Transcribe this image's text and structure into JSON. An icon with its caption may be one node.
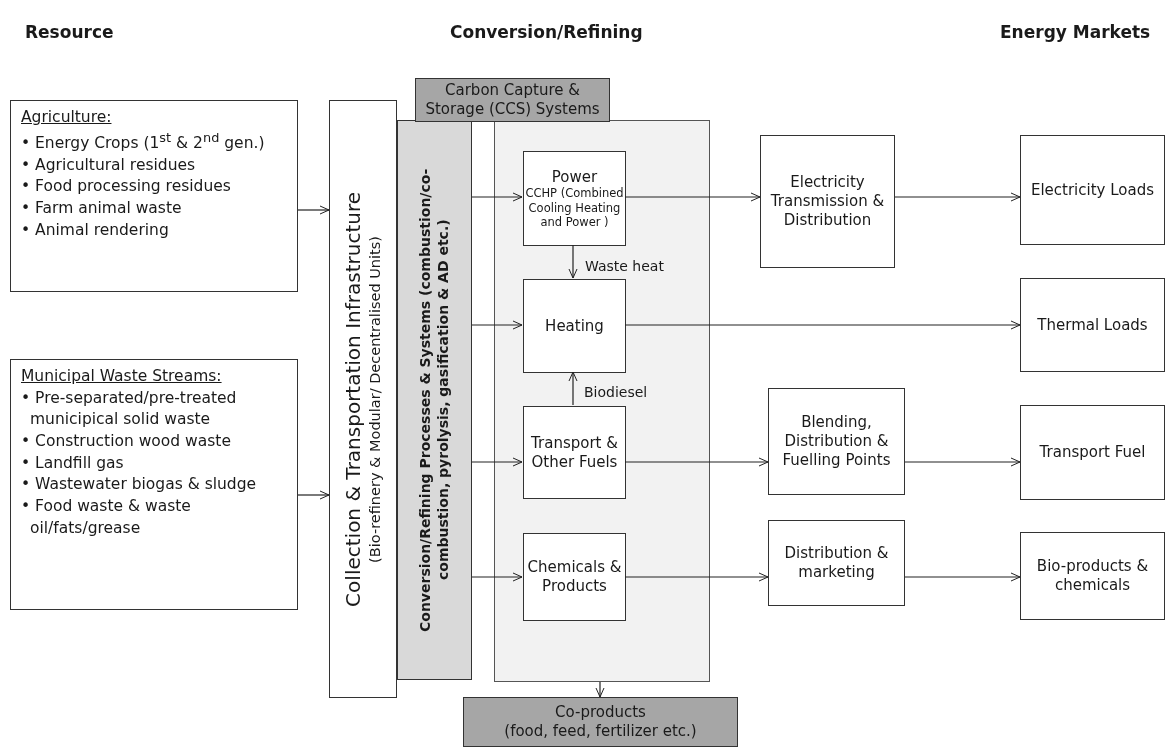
{
  "diagram": {
    "nodes": [
      {
        "text": [
          "Agriculture:",
          "• Energy Crops (1$^{st}$ & 2$^{nd}$ gen.)",
          "• Agricultural residues",
          "• Food processing residues",
          "• Farm animal waste",
          "• Animal rendering"
        ]
      },
      {
        "text": [
          "Municipal Waste Streams:",
          "• Pre-separated/pre-treated municipical solid waste",
          "• Construction wood waste",
          "• Landfill gas",
          "• Wastewater biogas & sludge",
          "• Food waste & waste oil/fats/grease"
        ]
      },
      {
        "text": [
          "Collection & Transportation Infrastructure",
          "(Bio-refinery & Modular/ Decentralised Units)"
        ]
      },
      {
        "text": [
          "Carbon Capture & Storage (CCS) Systems"
        ]
      },
      {
        "text": [
          "Conversion/Refining Processes & Systems (combustion/co-combustion, pyrolysis, gasification & AD etc.)"
        ]
      },
      {
        "text": [],
        "shape": "box"
      },
      {
        "text": [
          "Power",
          "CCHP (Combined Cooling Heating and Power )"
        ],
        "in": 5
      },
      {
        "text": [
          "Heating"
        ],
        "in": 5
      },
      {
        "text": [
          "Transport & Other Fuels"
        ],
        "in": 5
      },
      {
        "text": [
          "Chemicals & Products"
        ],
        "in": 5
      },
      {
        "text": [
          "Electricity Transmission & Distribution"
        ]
      },
      {
        "text": [
          "Blending, Distribution & Fuelling Points"
        ]
      },
      {
        "text": [
          "Distribution & marketing"
        ]
      },
      {
        "text": [
          "Electricity Loads"
        ]
      },
      {
        "text": [
          "Thermal Loads"
        ]
      },
      {
        "text": [
          "Transport Fuel"
        ]
      },
      {
        "text": [
          "Bio-products & chemicals"
        ]
      },
      {
        "text": [
          "Co-products",
          "(food, feed, fertilizer etc.)"
        ]
      }
    ],
    "edges": [
      {
        "from": 0,
        "to": 2,
        "arrow": "to"
      },
      {
        "from": 1,
        "to": 2,
        "arrow": "to"
      },
      {
        "from": 4,
        "to": 6,
        "arrow": "to"
      },
      {
        "from": 4,
        "to": 7,
        "arrow": "to"
      },
      {
        "from": 4,
        "to": 8,
        "arrow": "to"
      },
      {
        "from": 4,
        "to": 9,
        "arrow": "to"
      },
      {
        "from": 6,
        "to": 7,
        "arrow": "to",
        "label": "Waste heat"
      },
      {
        "from": 8,
        "to": 7,
        "arrow": "to",
        "label": "Biodiesel"
      },
      {
        "from": 6,
        "to": 10,
        "arrow": "to"
      },
      {
        "from": 10,
        "to": 13,
        "arrow": "to"
      },
      {
        "from": 7,
        "to": 14,
        "arrow": "to"
      },
      {
        "from": 8,
        "to": 11,
        "arrow": "to"
      },
      {
        "from": 11,
        "to": 15,
        "arrow": "to"
      },
      {
        "from": 9,
        "to": 12,
        "arrow": "to"
      },
      {
        "from": 12,
        "to": 16,
        "arrow": "to"
      },
      {
        "from": 5,
        "to": 17,
        "arrow": "to"
      }
    ],
    "labels": [
      "Resource",
      "Conversion/Refining",
      "Energy Markets"
    ]
  }
}
